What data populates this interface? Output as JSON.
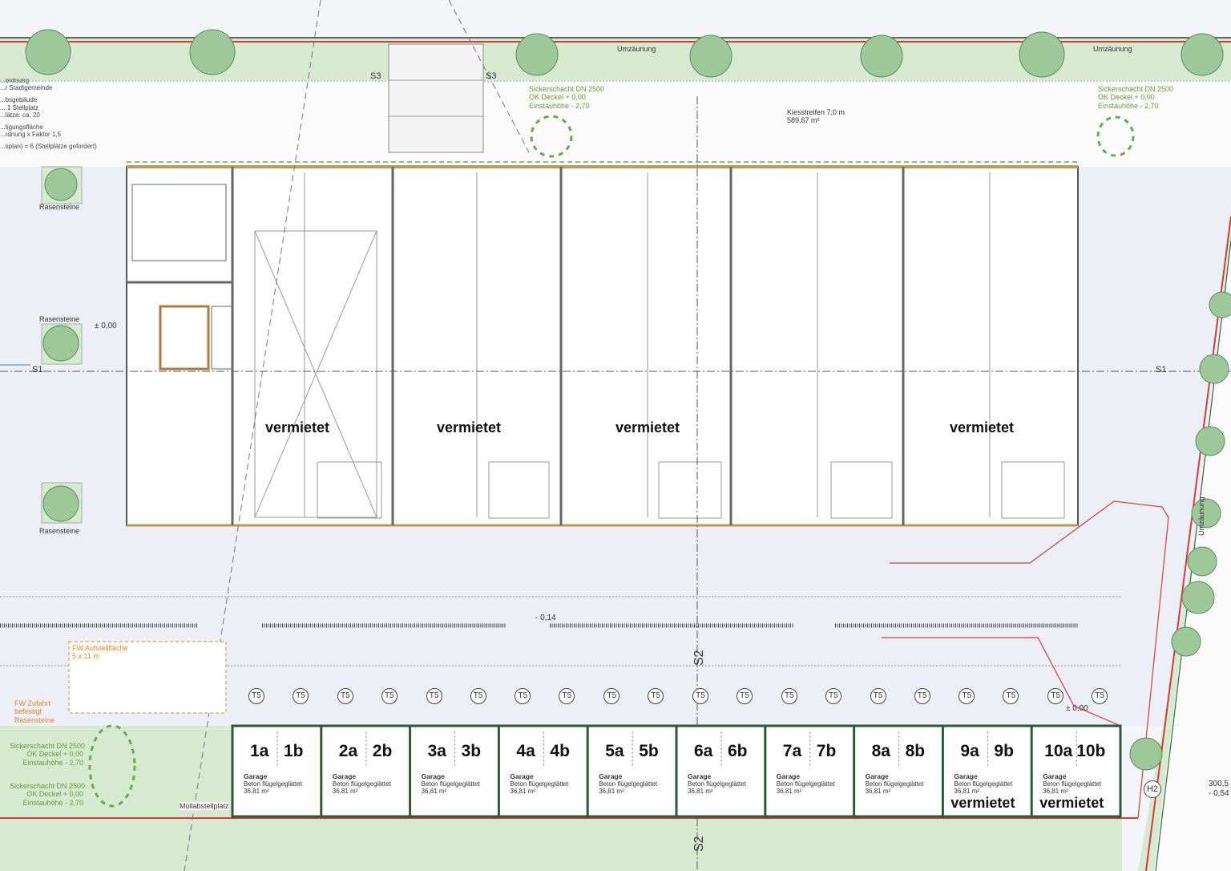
{
  "colors": {
    "grass": "#d6ead0",
    "fence": "#d83a3a",
    "wall": "#b89a5a",
    "pavement": "#eceff6",
    "drain": "#6aa84f",
    "fire": "#e08a2a"
  },
  "top": {
    "fence_label_1": "Umzäunung",
    "fence_label_2": "Umzäunung",
    "fence_label_right": "Umzäunung"
  },
  "sickerschacht": {
    "title": "Sickerschacht DN 2500",
    "deckel": "OK Deckel   + 0,00",
    "einstau": "Einstauhöhe  - 2,70"
  },
  "kies": {
    "line1": "Kiesstreifen 7,0 m",
    "line2": "589,67 m²"
  },
  "rasensteine": "Rasensteine",
  "levels": {
    "building": "± 0,00",
    "road": "- 0,14",
    "front": "± 0,00",
    "right1": "300,5",
    "right2": "- 0,54"
  },
  "sections": {
    "s1": "S1",
    "s2": "S2",
    "s3": "S3"
  },
  "halls": [
    "vermietet",
    "vermietet",
    "vermietet",
    "vermietet"
  ],
  "fire": {
    "area_title": "FW Aufstellfläche",
    "area_size": "5 x 11 m",
    "access1": "FW Zufahrt",
    "access2": "befestigt",
    "access3": "Rasensteine"
  },
  "muell": "Müllabstellplatz",
  "hydrant": "H2",
  "door_marker": "T5",
  "garage": {
    "title": "Garage",
    "material": "Beton flügelgeglättet",
    "area": "36,81 m²"
  },
  "garages": [
    {
      "a": "1a",
      "b": "1b",
      "status": ""
    },
    {
      "a": "2a",
      "b": "2b",
      "status": ""
    },
    {
      "a": "3a",
      "b": "3b",
      "status": ""
    },
    {
      "a": "4a",
      "b": "4b",
      "status": ""
    },
    {
      "a": "5a",
      "b": "5b",
      "status": ""
    },
    {
      "a": "6a",
      "b": "6b",
      "status": ""
    },
    {
      "a": "7a",
      "b": "7b",
      "status": ""
    },
    {
      "a": "8a",
      "b": "8b",
      "status": ""
    },
    {
      "a": "9a",
      "b": "9b",
      "status": "vermietet"
    },
    {
      "a": "10a",
      "b": "10b",
      "status": "vermietet"
    }
  ],
  "left_notes": [
    "...ordnung",
    "...r Stadtgemeinde",
    "...bsgebäude",
    "... 1 Stellplatz",
    "...lätze: ca. 20",
    "...tigungsfläche",
    "...rdnung x Faktor 1,5",
    "...splan) = 6 (Stellplätze gefordert)"
  ]
}
